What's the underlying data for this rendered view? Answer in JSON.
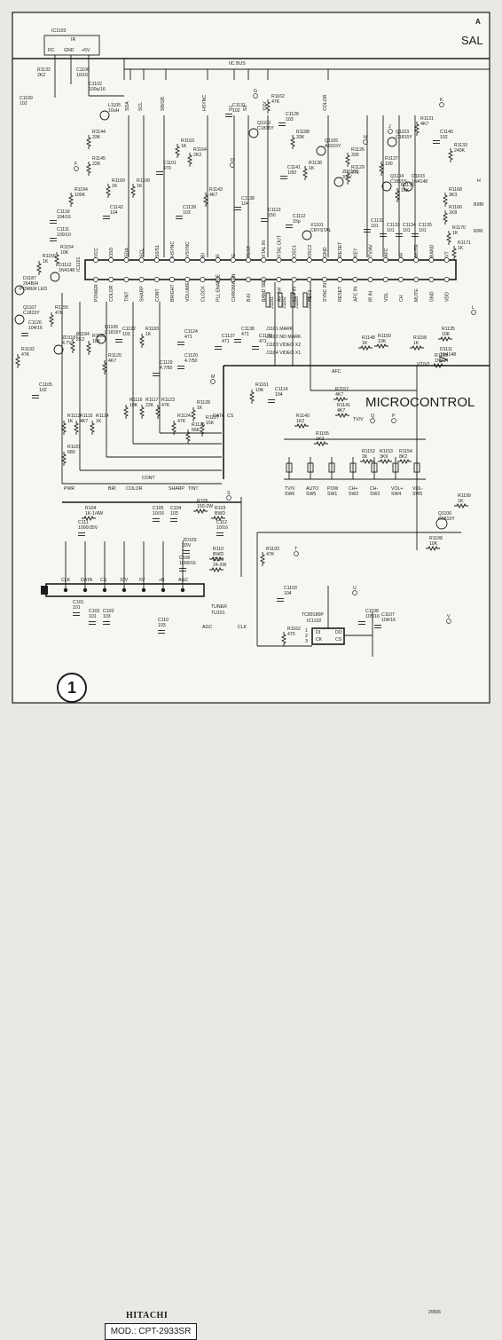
{
  "page_title": "SAL",
  "corner_code": "A",
  "brand": "HITACHI",
  "model": "MOD.: CPT-2933SR",
  "page_number": "1",
  "drawing_no": "20565",
  "section_title": "MICROCONTROL",
  "bus_label": "IIC BUS",
  "ic_top": {
    "name": "IC1103",
    "pins": [
      "IR",
      "RC",
      "GND",
      "+5V"
    ]
  },
  "top_caps": {
    "c1106": [
      "C1106",
      "10/16"
    ],
    "c1102": [
      "C1102",
      "100u/16"
    ],
    "c1109": [
      "C1109",
      "102"
    ],
    "r1132": [
      "R1132",
      "2K2"
    ]
  },
  "signals": [
    "SDA",
    "SCL",
    "SB/GB",
    "HSYNC",
    "S1",
    "S2",
    "COLOR",
    "YUV"
  ],
  "mid_parts": [
    [
      "L1105",
      "10uH"
    ],
    [
      "R1144",
      "33K"
    ],
    [
      "R1145",
      "22K"
    ],
    [
      "R1169",
      "1K"
    ],
    [
      "R1109",
      "1K"
    ],
    [
      "C1101",
      "470"
    ],
    [
      "R1163",
      "1K"
    ],
    [
      "R1164",
      "2K2"
    ],
    [
      "R1143",
      "4K7"
    ],
    [
      "C1131",
      "102"
    ],
    [
      "Q1102",
      "C1815Y"
    ],
    [
      "R1162",
      "47K"
    ],
    [
      "C1128",
      "103"
    ],
    [
      "R1188",
      "33K"
    ],
    [
      "Q1105",
      "A1015Y"
    ],
    [
      "C1141",
      "1/50"
    ],
    [
      "R1138",
      "1K"
    ],
    [
      "ZD1101",
      "3.6V"
    ],
    [
      "R1126",
      "330"
    ],
    [
      "R1129",
      "270"
    ],
    [
      "Q1103",
      "C1815Y"
    ],
    [
      "R1131",
      "4K7"
    ],
    [
      "C1140",
      "102"
    ],
    [
      "R1133",
      "240K"
    ],
    [
      "R1137",
      "100"
    ],
    [
      "Q1104",
      "C1815Y"
    ],
    [
      "D1103",
      "1N4148"
    ],
    [
      "R1136",
      "10K"
    ],
    [
      "R1168",
      "3K3"
    ],
    [
      "R1166",
      "1K8"
    ],
    [
      "C1119",
      "104/16"
    ],
    [
      "R1194",
      "100K"
    ],
    [
      "C1111",
      "100/10"
    ],
    [
      "C1142",
      "104"
    ],
    [
      "C1139",
      "103"
    ],
    [
      "C1138",
      "104"
    ],
    [
      "C1113",
      "150"
    ],
    [
      "C1112",
      "15p"
    ],
    [
      "X1101",
      "CRYSTAL"
    ],
    [
      "C1132",
      "101"
    ],
    [
      "C1133",
      "101"
    ],
    [
      "C1134",
      "101"
    ],
    [
      "C1135",
      "101"
    ],
    [
      "R1170",
      "1K"
    ],
    [
      "R1171",
      "1K"
    ]
  ],
  "right_labels": [
    "H",
    "BI/BI",
    "R/RI"
  ],
  "ic_pin_labels_top": [
    "VCC",
    "OSD",
    "SDA",
    "SCL",
    "S0/S1",
    "HSYNC",
    "VSYNC",
    "BI",
    "R",
    "G",
    "TEST",
    "XTAL IN",
    "XTAL OUT",
    "OSC1",
    "OSC2",
    "GND",
    "RESET",
    "KEY",
    "TV/AV",
    "AFC",
    "IR",
    "MUTE",
    "BAND",
    "VT"
  ],
  "ic_pin_labels_bottom": [
    "POWER",
    "COLOR",
    "TINT",
    "SHARP",
    "CONT",
    "BRIGHT",
    "VOLUME",
    "CLOCK",
    "PLL ENABLE",
    "CHROMA EN",
    "B-N",
    "BAND SEL",
    "AV SW",
    "KEY IN",
    "KEY2",
    "SYNC IN",
    "RESET",
    "AFC IN",
    "IR IN",
    "VOL",
    "CH",
    "MUTE",
    "GND",
    "VDD"
  ],
  "jumpers": [
    "J1181",
    "J1182",
    "J1183",
    "J1184"
  ],
  "jumper_notes": [
    "J1181 MARK",
    "J1182 NO MARK",
    "J1183 VIDEO X2",
    "J1184 VIDEO X1"
  ],
  "left_parts": [
    [
      "R1156",
      "1K"
    ],
    [
      "D1112",
      "1N4148"
    ],
    [
      "R1154",
      "10K"
    ],
    [
      "D1187",
      "264B/H"
    ],
    [
      "Q1107",
      "C1815Y"
    ],
    [
      "R1155",
      "47K"
    ],
    [
      "C1126",
      "104/16"
    ],
    [
      "R1184",
      "2K2"
    ],
    [
      "R1185",
      "18K"
    ],
    [
      "ZD1187",
      "4.7V"
    ],
    [
      "R1192",
      "47K"
    ],
    [
      "C1105",
      "102"
    ],
    [
      "R1113",
      "1K"
    ],
    [
      "R1115",
      "4K7"
    ],
    [
      "R1114",
      "1K"
    ],
    [
      "R1181",
      "680"
    ],
    [
      "Q1106",
      "C1815Y"
    ],
    [
      "C1122",
      "103"
    ],
    [
      "R1183",
      "1K"
    ],
    [
      "C1124",
      "471"
    ],
    [
      "R1120",
      "4K7"
    ],
    [
      "C1119",
      "4.7/50"
    ],
    [
      "C1120",
      "4.7/50"
    ],
    [
      "R1116",
      "10K"
    ],
    [
      "R1117",
      "22K"
    ],
    [
      "R1123",
      "47K"
    ],
    [
      "R1124",
      "47K"
    ],
    [
      "R1126",
      "56K"
    ],
    [
      "R1127",
      "15K"
    ],
    [
      "R1128",
      "1K"
    ],
    [
      "C1137",
      "471"
    ],
    [
      "C1138",
      "471"
    ],
    [
      "C1139",
      "471"
    ],
    [
      "R1161",
      "10K"
    ],
    [
      "C1114",
      "104"
    ]
  ],
  "power_label": "POWER LED",
  "bus_labels": [
    "PWR",
    "BRI",
    "COLOR",
    "CONT",
    "SHARP",
    "TINT",
    "DATA",
    "CS",
    "CLK"
  ],
  "keys": [
    {
      "ref": "SW6",
      "name": "TV/V"
    },
    {
      "ref": "SW5",
      "name": "AUTO"
    },
    {
      "ref": "SW1",
      "name": "POW"
    },
    {
      "ref": "SW2",
      "name": "CH+"
    },
    {
      "ref": "SW3",
      "name": "CH-"
    },
    {
      "ref": "SW4",
      "name": "VOL+"
    },
    {
      "ref": "SW5",
      "name": "VOL-"
    }
  ],
  "key_parts": [
    [
      "R1157",
      "4K7"
    ],
    [
      "R1141",
      "4K7"
    ],
    [
      "R1140",
      "1K2"
    ],
    [
      "R1165",
      "1K2"
    ],
    [
      "R1152",
      "2K"
    ],
    [
      "R1153",
      "3K9"
    ],
    [
      "R1154",
      "8K2"
    ]
  ],
  "rails": [
    "TV/V",
    "AFC",
    "VT/V2"
  ],
  "tuner_parts": [
    [
      "R104",
      "1K-1/4W"
    ],
    [
      "C105",
      "10/16"
    ],
    [
      "C104",
      "103"
    ],
    [
      "R105",
      "150-2W"
    ],
    [
      "R103",
      "BWD"
    ],
    [
      "C111",
      "1000/35V"
    ],
    [
      "C112",
      "10/16"
    ],
    [
      "ZD103",
      "33V"
    ],
    [
      "R110",
      "BWD"
    ],
    [
      "R120",
      "24-2W"
    ],
    [
      "C106",
      "1000/16"
    ],
    [
      "C110",
      "103"
    ],
    [
      "C101",
      "101"
    ],
    [
      "C102",
      "101"
    ],
    [
      "C103",
      "103"
    ]
  ],
  "tuner_pins": [
    "CLK",
    "DATA",
    "CS",
    "33V",
    "5V",
    "+B",
    "AGC"
  ],
  "tuner_name": [
    "TUNER",
    "TU101"
  ],
  "agc": "AGC",
  "eeprom": {
    "name": "TC89180P",
    "ref": "IC1102",
    "pins": [
      "DI",
      "DO",
      "CK",
      "CS",
      "1",
      "2",
      "3"
    ]
  },
  "eeprom_parts": [
    [
      "R1193",
      "47K"
    ],
    [
      "C1103",
      "104"
    ],
    [
      "R1162",
      "470"
    ],
    [
      "C1108",
      "105/16"
    ],
    [
      "C1107",
      "104/16"
    ]
  ],
  "right_parts": [
    [
      "R1135",
      "10K"
    ],
    [
      "R1158",
      "1K"
    ],
    [
      "D1111",
      "1N4148"
    ],
    [
      "R1159",
      "1N414"
    ],
    [
      "R1148",
      "1K"
    ],
    [
      "R1150",
      "10K"
    ],
    [
      "R1199",
      "1K"
    ],
    [
      "Q1106",
      "C1815Y"
    ],
    [
      "R1198",
      "10K"
    ]
  ],
  "net_labels": [
    "F",
    "D",
    "G",
    "H",
    "J",
    "K",
    "L",
    "M",
    "P",
    "Q",
    "S",
    "T",
    "U",
    "V"
  ]
}
